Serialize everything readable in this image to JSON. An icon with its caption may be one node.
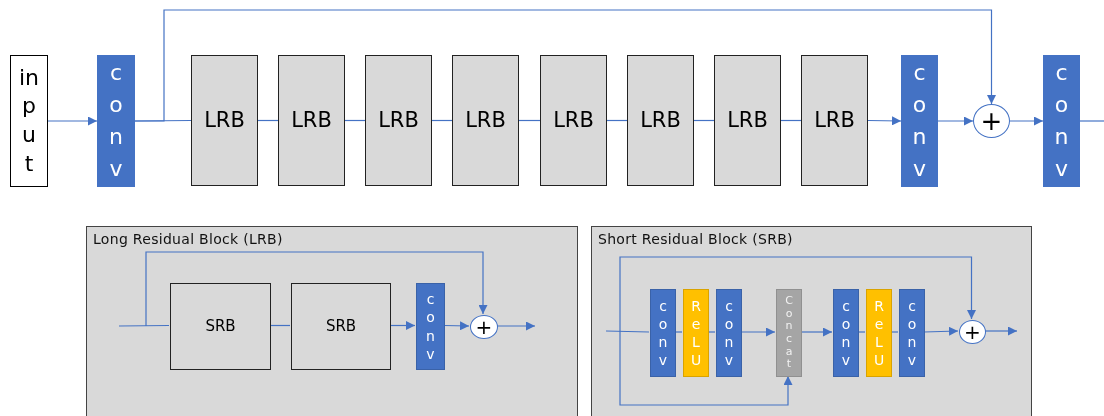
{
  "diagram": {
    "nodes": [
      {
        "text": [
          "input"
        ]
      },
      {
        "text": [
          "conv"
        ]
      },
      {
        "text": [
          "LRB"
        ]
      },
      {
        "text": [
          "LRB"
        ]
      },
      {
        "text": [
          "LRB"
        ]
      },
      {
        "text": [
          "LRB"
        ]
      },
      {
        "text": [
          "LRB"
        ]
      },
      {
        "text": [
          "LRB"
        ]
      },
      {
        "text": [
          "LRB"
        ]
      },
      {
        "text": [
          "LRB"
        ]
      },
      {
        "text": [
          "conv"
        ]
      },
      {
        "text": [
          "+"
        ]
      },
      {
        "text": [
          "conv"
        ]
      },
      {
        "text": [
          "Long Residual Block (LRB)"
        ]
      },
      {
        "text": [
          "SRB"
        ],
        "in": 13
      },
      {
        "text": [
          "SRB"
        ],
        "in": 13
      },
      {
        "text": [
          "conv"
        ],
        "in": 13
      },
      {
        "text": [
          "+"
        ],
        "in": 13
      },
      {
        "text": [
          "Short Residual Block (SRB)"
        ]
      },
      {
        "text": [
          "conv"
        ],
        "in": 18
      },
      {
        "text": [
          "ReLU"
        ],
        "in": 18
      },
      {
        "text": [
          "conv"
        ],
        "in": 18
      },
      {
        "text": [
          "Concat"
        ],
        "in": 18
      },
      {
        "text": [
          "conv"
        ],
        "in": 18
      },
      {
        "text": [
          "ReLU"
        ],
        "in": 18
      },
      {
        "text": [
          "conv"
        ],
        "in": 18
      },
      {
        "text": [
          "+"
        ],
        "in": 18
      }
    ],
    "edges": [
      {
        "from": 0,
        "to": 1,
        "arrow": "to"
      },
      {
        "from": 1,
        "to": 2,
        "arrow": "none"
      },
      {
        "from": 2,
        "to": 3,
        "arrow": "none"
      },
      {
        "from": 3,
        "to": 4,
        "arrow": "none"
      },
      {
        "from": 4,
        "to": 5,
        "arrow": "none"
      },
      {
        "from": 5,
        "to": 6,
        "arrow": "none"
      },
      {
        "from": 6,
        "to": 7,
        "arrow": "none"
      },
      {
        "from": 7,
        "to": 8,
        "arrow": "none"
      },
      {
        "from": 8,
        "to": 9,
        "arrow": "none"
      },
      {
        "from": 9,
        "to": 10,
        "arrow": "to"
      },
      {
        "from": 10,
        "to": 11,
        "arrow": "to"
      },
      {
        "from": 11,
        "to": 12,
        "arrow": "to"
      },
      {
        "from": 1,
        "to": 11,
        "arrow": "to"
      },
      {
        "from": 12,
        "to": null,
        "arrow": "none"
      },
      {
        "from": null,
        "to": 14,
        "arrow": "none"
      },
      {
        "from": 14,
        "to": 15,
        "arrow": "none"
      },
      {
        "from": 15,
        "to": 16,
        "arrow": "to"
      },
      {
        "from": 16,
        "to": 17,
        "arrow": "to"
      },
      {
        "from": 17,
        "to": null,
        "arrow": "to"
      },
      {
        "from": null,
        "to": 17,
        "arrow": "to"
      },
      {
        "from": null,
        "to": 19,
        "arrow": "none"
      },
      {
        "from": 19,
        "to": 20,
        "arrow": "none"
      },
      {
        "from": 20,
        "to": 21,
        "arrow": "none"
      },
      {
        "from": 21,
        "to": 22,
        "arrow": "to"
      },
      {
        "from": 22,
        "to": 23,
        "arrow": "to"
      },
      {
        "from": 23,
        "to": 24,
        "arrow": "none"
      },
      {
        "from": 24,
        "to": 25,
        "arrow": "none"
      },
      {
        "from": 25,
        "to": 26,
        "arrow": "to"
      },
      {
        "from": 26,
        "to": null,
        "arrow": "to"
      },
      {
        "from": null,
        "to": 26,
        "arrow": "to"
      },
      {
        "from": null,
        "to": 22,
        "arrow": "to"
      }
    ]
  }
}
